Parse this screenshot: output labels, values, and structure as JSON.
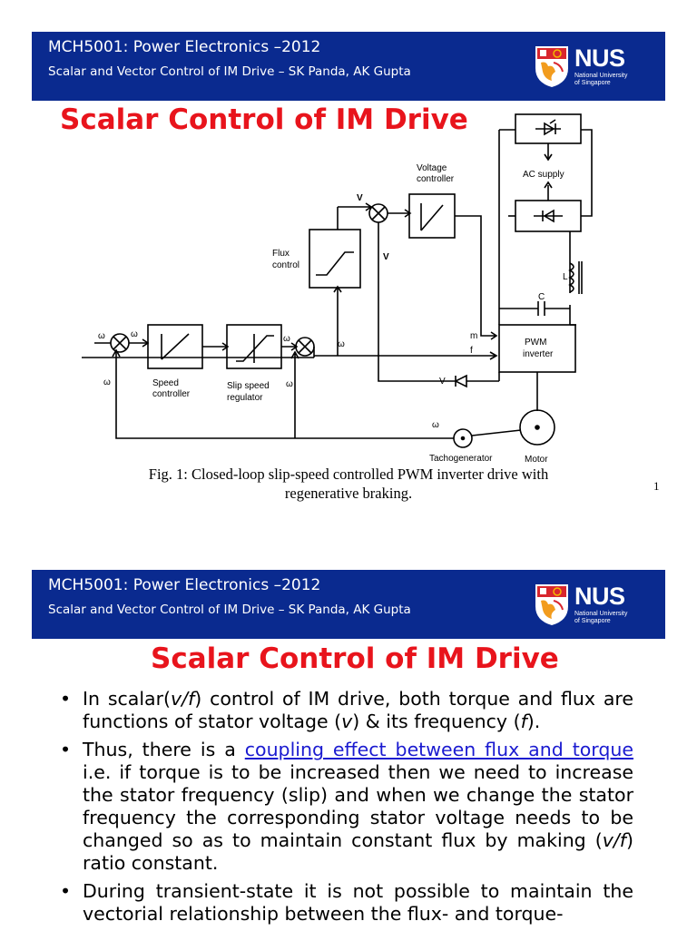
{
  "slide1": {
    "header": {
      "course": "MCH5001: Power Electronics –2012",
      "subtitle": "Scalar and Vector Control of IM Drive – SK Panda, AK Gupta",
      "logo_text": "NUS",
      "logo_sub1": "National University",
      "logo_sub2": "of Singapore"
    },
    "title": "Scalar Control of IM Drive",
    "diagram": {
      "voltage_controller": "Voltage",
      "voltage_controller2": "controller",
      "ac_supply": "AC supply",
      "v_ref": "V",
      "flux_control": "Flux",
      "flux_control2": "control",
      "v1": "V",
      "L": "L",
      "C": "C",
      "m": "m",
      "f": "f",
      "pwm_inverter": "PWM",
      "pwm_inverter2": "inverter",
      "speed_controller": "Speed",
      "speed_controller2": "controller",
      "slip_regulator": "Slip speed",
      "slip_regulator2": "regulator",
      "omega": "ω",
      "tachogenerator": "Tachogenerator",
      "motor": "Motor"
    },
    "caption_line1": "Fig. 1: Closed-loop slip-speed controlled PWM inverter drive with",
    "caption_line2": "regenerative braking.",
    "page_number": "1"
  },
  "slide2": {
    "header": {
      "course": "MCH5001: Power Electronics –2012",
      "subtitle": "Scalar and Vector Control of IM Drive – SK Panda, AK Gupta",
      "logo_text": "NUS",
      "logo_sub1": "National University",
      "logo_sub2": "of Singapore"
    },
    "title": "Scalar Control of IM Drive",
    "bullets": {
      "b1_a": "In scalar(",
      "b1_vf": "v/f",
      "b1_b": ") control of IM drive, both torque and flux are functions of stator voltage (",
      "b1_v": "v",
      "b1_c": ") & its frequency (",
      "b1_f": "f",
      "b1_d": ").",
      "b2_a": "Thus, there is a ",
      "b2_link": "coupling effect between flux and torque",
      "b2_b": " i.e. if torque is to be increased then we need to increase the stator frequency (slip) and when we change the stator frequency the corresponding stator voltage needs to be changed so as to maintain constant flux by making (",
      "b2_vf": "v/f",
      "b2_c": ") ratio constant.",
      "b3": "During transient-state it is not possible to maintain the vectorial relationship between the flux- and torque-"
    }
  }
}
